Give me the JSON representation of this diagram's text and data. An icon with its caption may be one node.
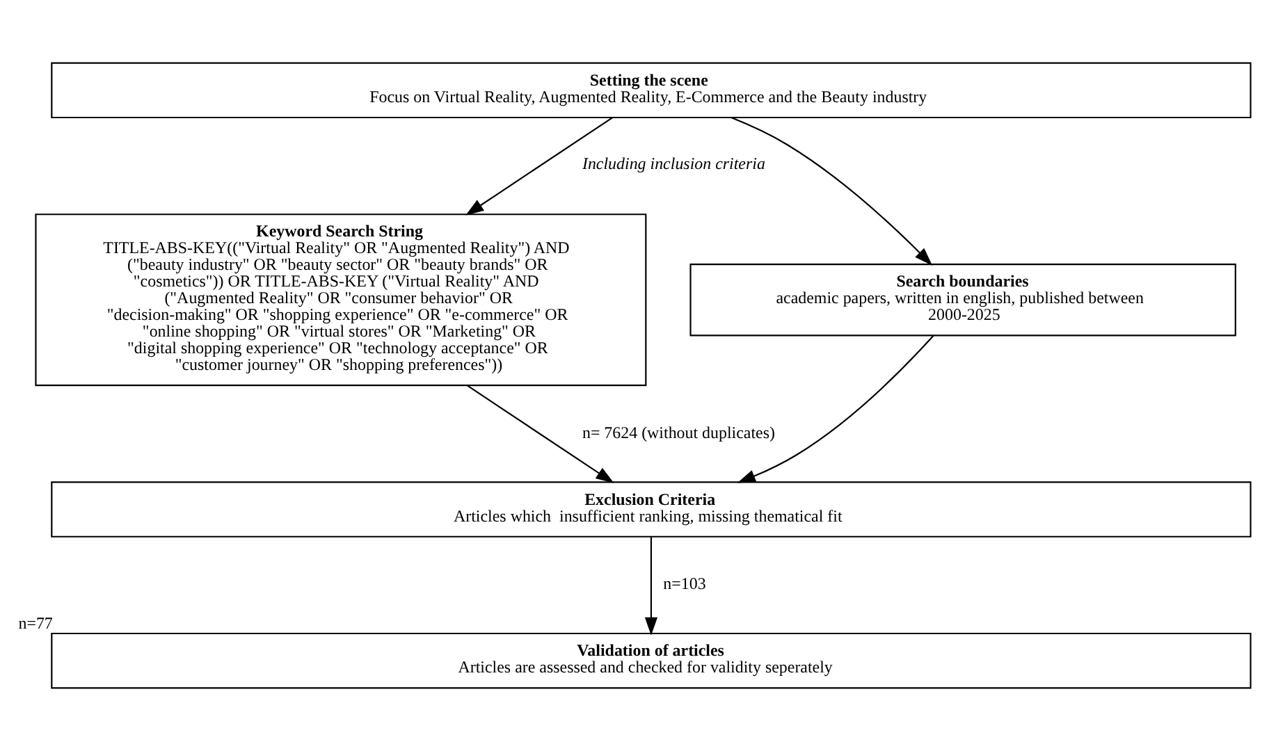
{
  "diagram": {
    "nodes": [
      {
        "text": [
          "Setting the scene",
          "Focus on Virtual Reality, Augmented Reality, E-Commerce and the Beauty industry"
        ]
      },
      {
        "text": [
          "Keyword Search String",
          "TITLE-ABS-KEY((\"Virtual Reality\" OR \"Augmented Reality\") AND (\"beauty industry\" OR \"beauty sector\" OR \"beauty brands\" OR \"cosmetics\")) OR TITLE-ABS-KEY (\"Virtual Reality\" AND (\"Augmented Reality\" OR \"consumer behavior\" OR \"decision-making\" OR \"shopping experience\" OR \"e-commerce\" OR \"online shopping\" OR \"virtual stores\" OR \"Marketing\" OR \"digital shopping experience\" OR \"technology acceptance\" OR \"customer journey\" OR \"shopping preferences\"))"
        ]
      },
      {
        "text": [
          "Search boundaries",
          "academic papers, written in english, published between 2000-2025"
        ]
      },
      {
        "text": [
          "Exclusion Criteria",
          "Articles which  insufficient ranking, missing thematical fit"
        ]
      },
      {
        "text": [
          "Validation of articles",
          "Articles are assessed and checked for validity seperately"
        ],
        "beside": [
          "n=77"
        ]
      }
    ],
    "edges": [
      {
        "from": 0,
        "to": 1,
        "arrow": "to",
        "label": "Including inclusion criteria"
      },
      {
        "from": 0,
        "to": 2,
        "arrow": "to"
      },
      {
        "from": 1,
        "to": 3,
        "arrow": "to",
        "label": "n= 7624 (without duplicates)"
      },
      {
        "from": 2,
        "to": 3,
        "arrow": "to"
      },
      {
        "from": 3,
        "to": 4,
        "arrow": "to",
        "label": "n=103"
      }
    ]
  }
}
